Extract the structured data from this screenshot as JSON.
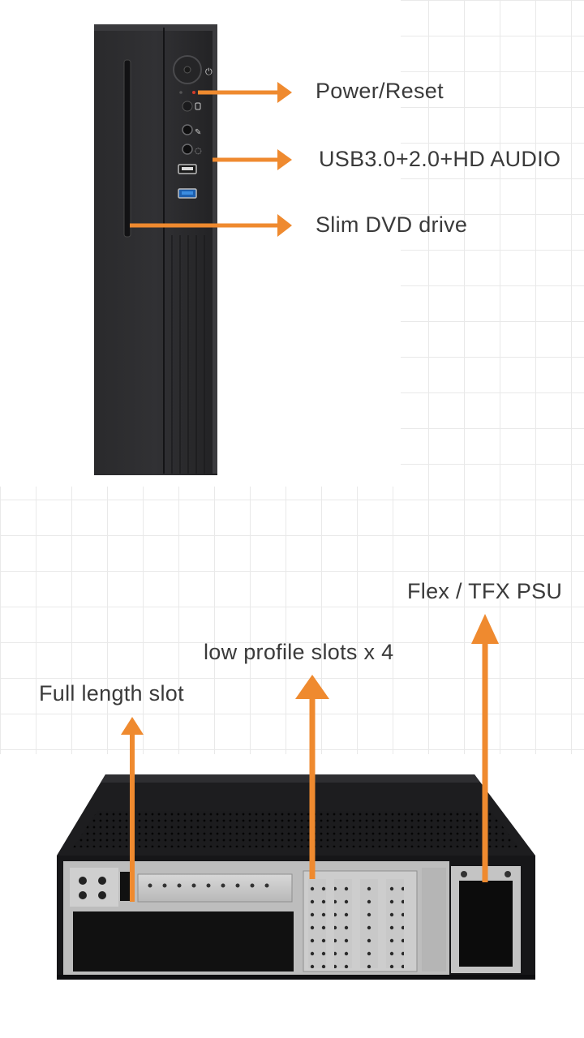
{
  "labels": {
    "power_reset": "Power/Reset",
    "usb_audio": "USB3.0+2.0+HD AUDIO",
    "slim_dvd": "Slim DVD drive",
    "flex_psu": "Flex / TFX PSU",
    "low_profile": "low profile slots x 4",
    "full_length": "Full length slot"
  },
  "colors": {
    "arrow": "#ef8a2f",
    "text": "#3a3a3a",
    "chassis": "#1f1f21"
  }
}
